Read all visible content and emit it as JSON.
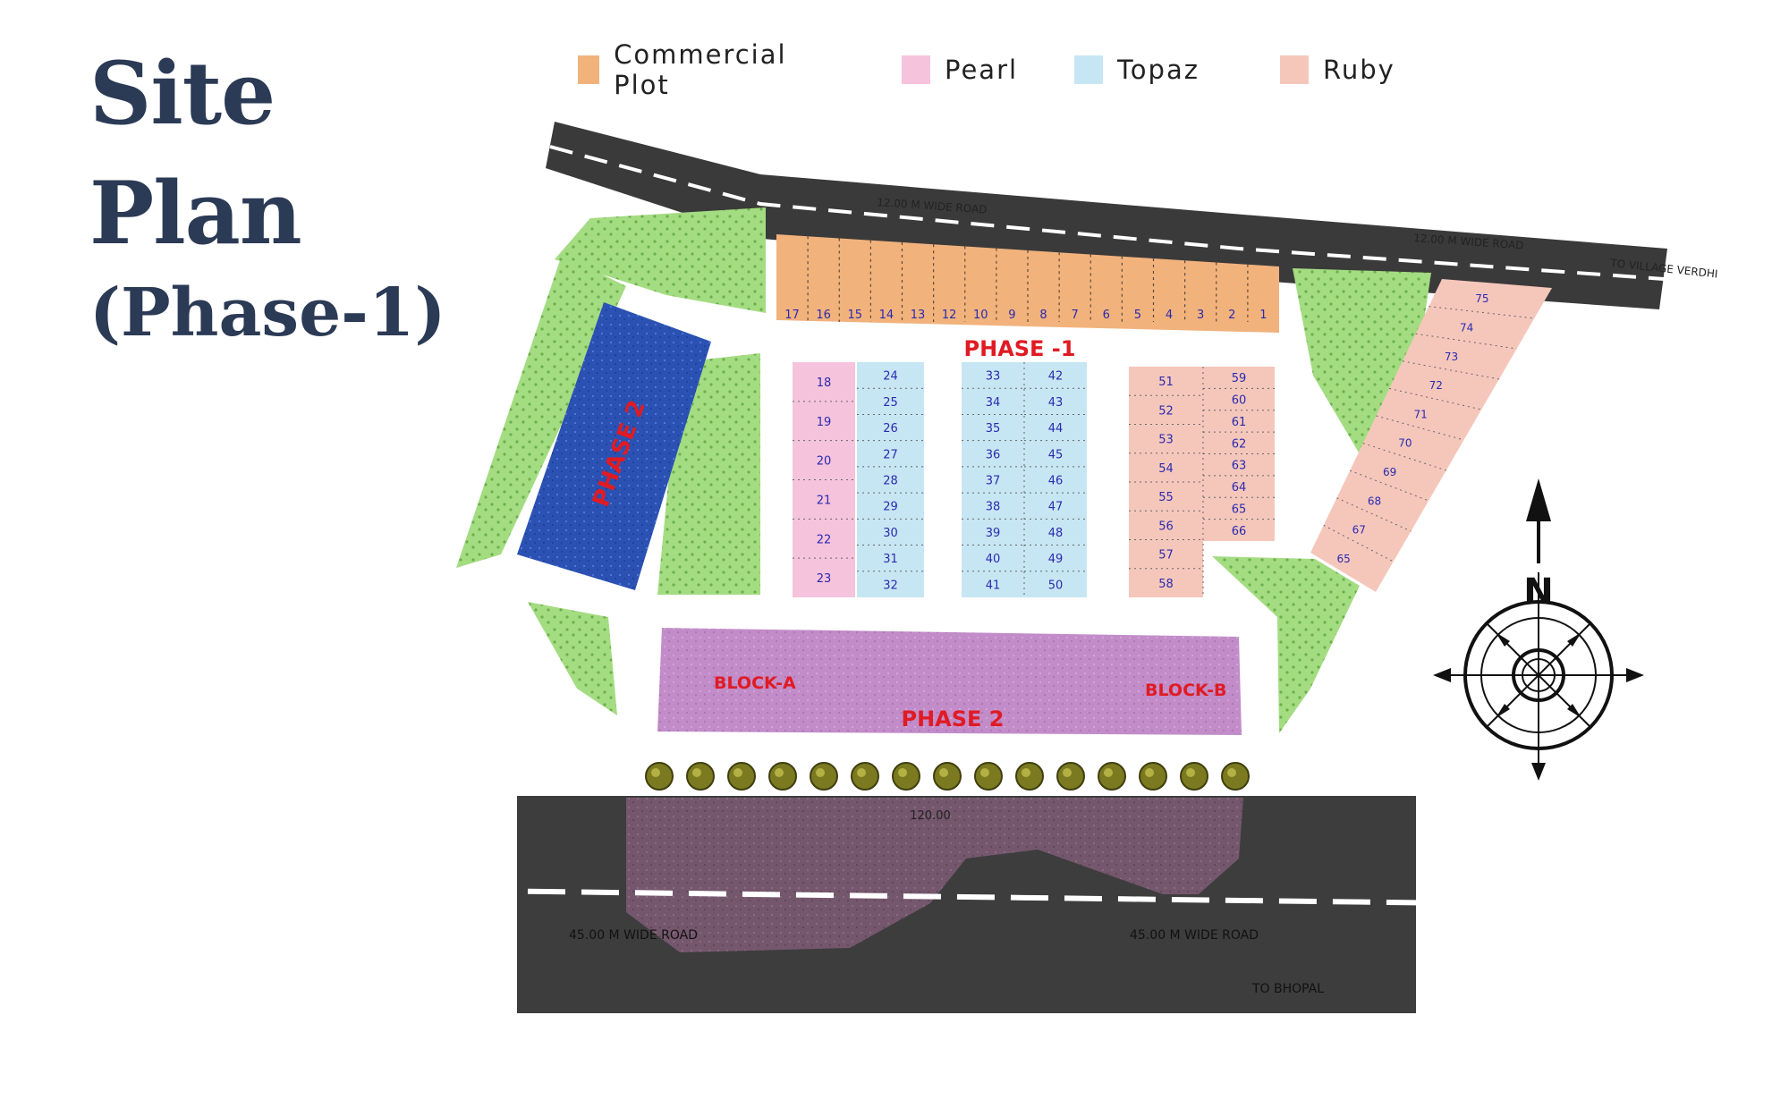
{
  "title": {
    "line1": "Site",
    "line2": "Plan",
    "line3": "(Phase-1)"
  },
  "legend": [
    {
      "label": "Commercial Plot",
      "color": "#f2b27c"
    },
    {
      "label": "Pearl",
      "color": "#f6c3dc"
    },
    {
      "label": "Topaz",
      "color": "#c7e6f3"
    },
    {
      "label": "Ruby",
      "color": "#f5c7bb"
    }
  ],
  "colors": {
    "road": "#3b3b3b",
    "greenery": "#9fd97d",
    "block_blue": "#2b52b3",
    "block_purple": "#c08bc8",
    "phase_text": "#e01b23",
    "plot_number": "#2a2ab0",
    "compass": "#111111"
  },
  "map": {
    "phase1_label": "PHASE -1",
    "phase2_label": "PHASE 2",
    "block_a_label": "BLOCK-A",
    "block_b_label": "BLOCK-B",
    "blue_block_label": "PHASE 2",
    "top_road_label": "12.00 M WIDE ROAD",
    "top_right_road_label": "12.00 M WIDE ROAD",
    "to_village_label": "TO VILLAGE VERDHI",
    "bottom_road_label_left": "45.00 M WIDE ROAD",
    "bottom_road_label_right": "45.00 M WIDE ROAD",
    "to_bhopal_label": "TO BHOPAL",
    "bottom_road_width": "120.00",
    "commercial_plot_numbers": [
      "17",
      "16",
      "15",
      "14",
      "13",
      "12",
      "10",
      "9",
      "8",
      "7",
      "6",
      "5",
      "4",
      "3",
      "2",
      "1"
    ],
    "pearl_plot_numbers": [
      "18",
      "19",
      "20",
      "21",
      "22",
      "23"
    ],
    "topaz_a_plot_numbers": [
      "24",
      "25",
      "26",
      "27",
      "28",
      "29",
      "30",
      "31",
      "32"
    ],
    "topaz_b_left_plot_numbers": [
      "33",
      "34",
      "35",
      "36",
      "37",
      "38",
      "39",
      "40",
      "41"
    ],
    "topaz_b_right_plot_numbers": [
      "42",
      "43",
      "44",
      "45",
      "46",
      "47",
      "48",
      "49",
      "50"
    ],
    "ruby_left_plot_numbers": [
      "51",
      "52",
      "53",
      "54",
      "55",
      "56",
      "57",
      "58"
    ],
    "ruby_right_plot_numbers": [
      "59",
      "60",
      "61",
      "62",
      "63",
      "64",
      "65",
      "66"
    ],
    "ruby_strip_plot_numbers": [
      "75",
      "74",
      "73",
      "72",
      "71",
      "70",
      "69",
      "68",
      "67",
      "65"
    ],
    "compass_north": "N"
  }
}
